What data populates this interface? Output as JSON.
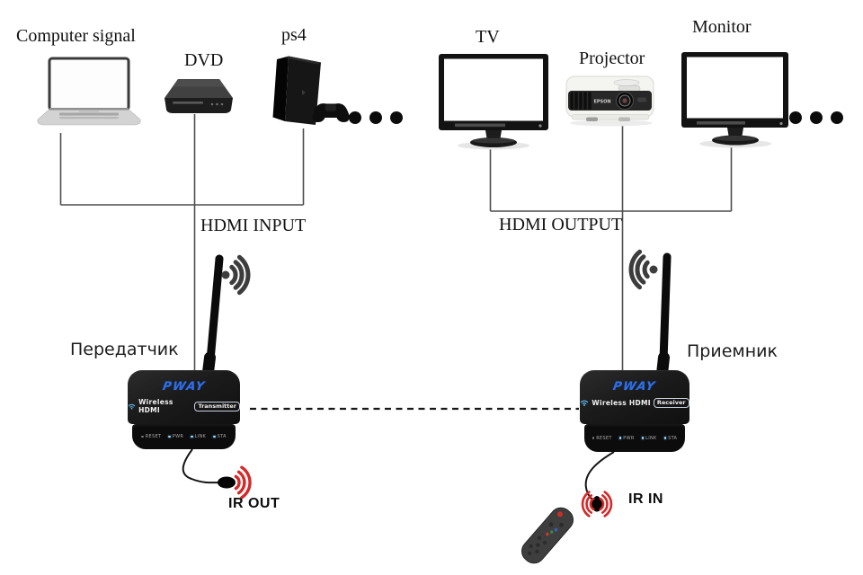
{
  "sources": {
    "computer": {
      "label": "Computer signal"
    },
    "dvd": {
      "label": "DVD"
    },
    "ps4": {
      "label": "ps4"
    }
  },
  "displays": {
    "tv": {
      "label": "TV"
    },
    "projector": {
      "label": "Projector",
      "brand": "EPSON"
    },
    "monitor": {
      "label": "Monitor"
    }
  },
  "connections": {
    "hdmi_input": "HDMI INPUT",
    "hdmi_output": "HDMI OUTPUT"
  },
  "transmitter": {
    "name_ru": "Передатчик",
    "brand": "PWAY",
    "product": "Wireless HDMI",
    "role": "Transmitter",
    "panel": [
      "RESET",
      "PWR",
      "LINK",
      "STA"
    ],
    "ir_label": "IR OUT"
  },
  "receiver": {
    "name_ru": "Приемник",
    "brand": "PWAY",
    "product": "Wireless HDMI",
    "role": "Receiver",
    "panel": [
      "RESET",
      "PWR",
      "LINK",
      "STA"
    ],
    "ir_label": "IR IN"
  },
  "colors": {
    "brand_blue": "#2f6fe4",
    "ir_red": "#d42a2a",
    "line_gray": "#4d4d4d"
  }
}
